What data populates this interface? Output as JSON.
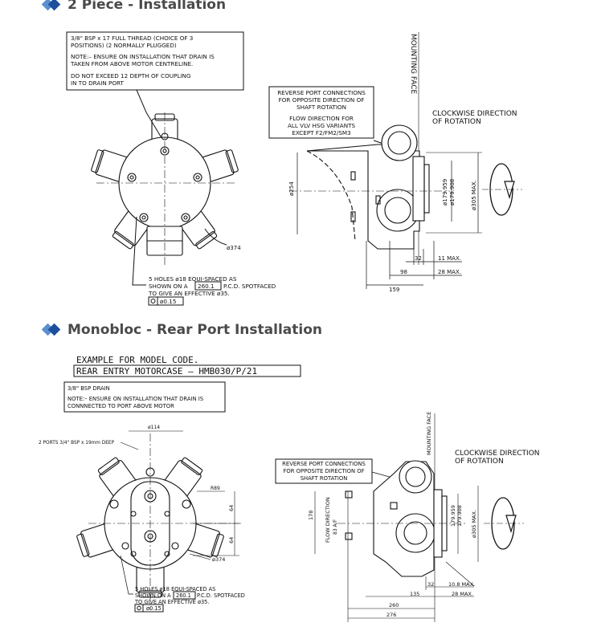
{
  "sections": {
    "two_piece": {
      "title": "2 Piece - Installation",
      "note_box": {
        "line1": "3/8\" BSP x 17 FULL THREAD (CHOICE OF 3",
        "line2": "POSITIONS) (2 NORMALLY PLUGGED)",
        "line3": "NOTE:– ENSURE ON INSTALLATION THAT DRAIN IS",
        "line4": "TAKEN FROM ABOVE MOTOR CENTRELINE.",
        "line5": "DO NOT EXCEED 12 DEPTH OF COUPLING",
        "line6": "IN TO DRAIN PORT"
      },
      "reverse_box": {
        "line1": "REVERSE PORT CONNECTIONS",
        "line2": "FOR OPPOSITE DIRECTION OF",
        "line3": "SHAFT ROTATION",
        "line4": "FLOW DIRECTION FOR",
        "line5": "ALL VLV HSG VARIANTS",
        "line6": "EXCEPT F2/FM2/SM3"
      },
      "mounting_face": "MOUNTING FACE",
      "clockwise_1": "CLOCKWISE DIRECTION",
      "clockwise_2": "OF ROTATION",
      "dim_374": "ø374",
      "dim_254": "ø254",
      "dim_179_959": "ø179.959",
      "dim_179_908": "ø179.908",
      "dim_305": "ø305 MAX.",
      "dim_32": "32",
      "dim_11": "11 MAX.",
      "dim_98": "98",
      "dim_28": "28 MAX.",
      "dim_159": "159",
      "holes_1": "5 HOLES ø18 EQUI-SPACED AS",
      "holes_2a": "SHOWN ON A",
      "holes_pcd": "260.1",
      "holes_2b": "P.C.D. SPOTFACED",
      "holes_3": "TO GIVE AN EFFECTIVE ø35.",
      "tolerance": "ø0.15"
    },
    "monobloc": {
      "title": "Monobloc - Rear Port Installation",
      "example_1": "EXAMPLE FOR MODEL CODE.",
      "example_2": "REAR ENTRY MOTORCASE – HMB030/P/21",
      "drain_box": {
        "line1": "3/8\" BSP DRAIN",
        "line2": "NOTE:– ENSURE ON INSTALLATION THAT DRAIN IS",
        "line3": "CONNNECTED TO PORT ABOVE MOTOR"
      },
      "ports": "2 PORTS 3/4\" BSP x 19mm DEEP",
      "dim_114": "ø114",
      "dim_r89": "R89",
      "dim_64a": "64",
      "dim_64b": "64",
      "dim_374": "ø374",
      "reverse_box": {
        "line1": "REVERSE PORT CONNECTIONS",
        "line2": "FOR OPPOSITE DIRECTION OF",
        "line3": "SHAFT ROTATION"
      },
      "mounting_face": "MOUNTING FACE",
      "clockwise_1": "CLOCKWISE DIRECTION",
      "clockwise_2": "OF ROTATION",
      "flow_direction": "FLOW DIRECTION",
      "af": "83 A/F",
      "dim_178": "178",
      "dim_179_959": "179.959",
      "dim_179_908": "179.908",
      "dim_305": "ø305 MAX.",
      "dim_32": "32",
      "dim_10_8": "10.8 MAX.",
      "dim_135": "135",
      "dim_28": "28 MAX.",
      "dim_260": "260",
      "dim_276": "276",
      "holes_1": "5 HOLES ø18 EQUI-SPACED AS",
      "holes_2a": "SHOWN ON A",
      "holes_pcd": "260.1",
      "holes_2b": "P.C.D. SPOTFACED",
      "holes_3": "TO GIVE AN EFFECTIVE ø35.",
      "tolerance": "ø0.15"
    }
  }
}
